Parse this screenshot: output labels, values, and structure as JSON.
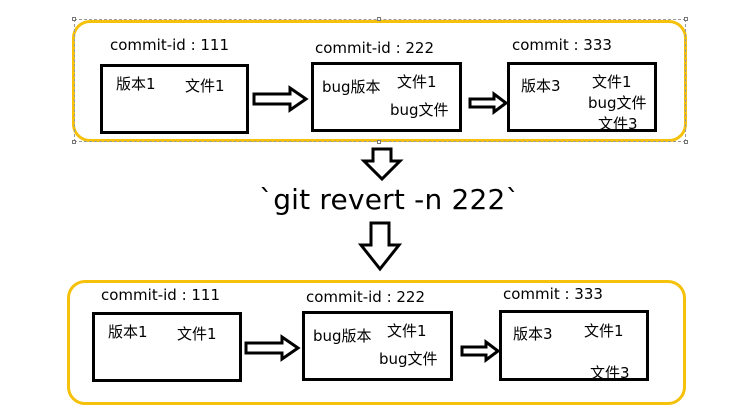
{
  "before": {
    "commits": [
      {
        "id_label": "commit-id : 111",
        "lines": [
          "版本1",
          "文件1"
        ]
      },
      {
        "id_label": "commit-id : 222",
        "lines": [
          "bug版本",
          "文件1",
          "bug文件"
        ]
      },
      {
        "id_label": "commit : 333",
        "lines": [
          "版本3",
          "文件1",
          "bug文件",
          "文件3"
        ]
      }
    ]
  },
  "command": "`git revert -n 222`",
  "after": {
    "commits": [
      {
        "id_label": "commit-id : 111",
        "lines": [
          "版本1",
          "文件1"
        ]
      },
      {
        "id_label": "commit-id : 222",
        "lines": [
          "bug版本",
          "文件1",
          "bug文件"
        ]
      },
      {
        "id_label": "commit : 333",
        "lines": [
          "版本3",
          "文件1",
          "文件3"
        ]
      }
    ]
  },
  "colors": {
    "panel_border": "#f5c10a",
    "box_border": "#000000"
  }
}
